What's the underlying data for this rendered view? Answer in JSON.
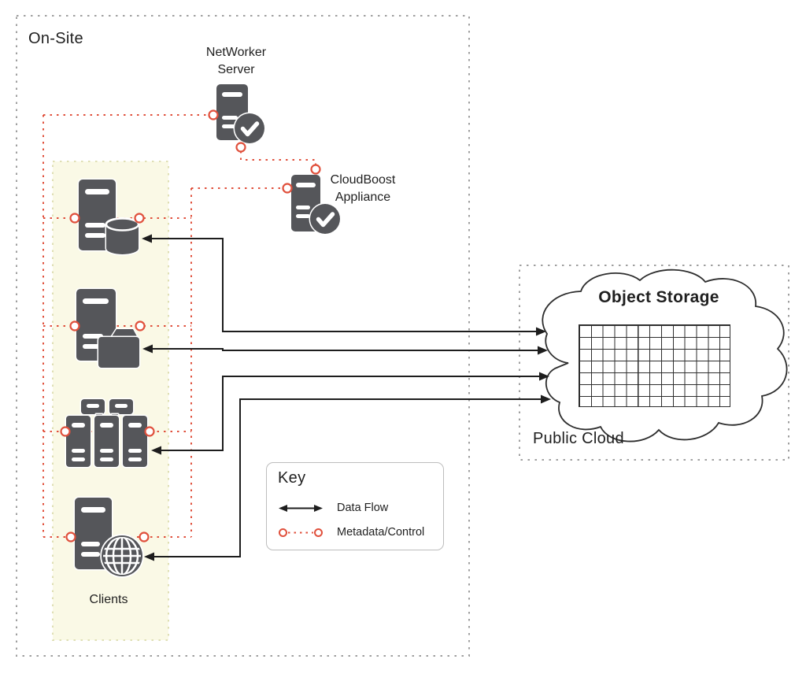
{
  "diagram": {
    "onsite": {
      "label": "On-Site"
    },
    "networker": {
      "label": "NetWorker Server",
      "icon": "server-check-icon"
    },
    "cloudboost": {
      "label": "CloudBoost Appliance",
      "icon": "server-check-icon"
    },
    "clients": {
      "label": "Clients",
      "icons": [
        "server-database-icon",
        "server-folder-icon",
        "server-cluster-icon",
        "server-globe-icon"
      ]
    },
    "cloud": {
      "title": "Object Storage",
      "region_label": "Public Cloud",
      "icon": "cloud-shape",
      "grid_cols": 13,
      "grid_rows": 7
    },
    "key": {
      "title": "Key",
      "entries": [
        {
          "label": "Data Flow",
          "swatch": "double-arrow-icon"
        },
        {
          "label": "Metadata/Control",
          "swatch": "dotted-line-circles-icon"
        }
      ]
    },
    "colors": {
      "metadata_red": "#E0503C",
      "icon_gray": "#55565A",
      "data_flow_black": "#1D1D1D",
      "clients_highlight": "#FAF9E6"
    }
  }
}
